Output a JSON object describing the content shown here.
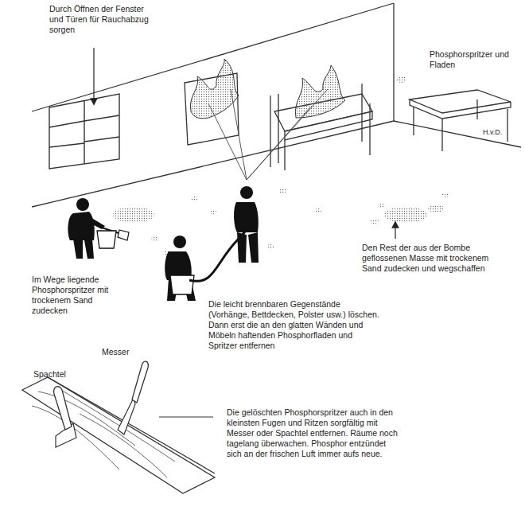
{
  "diagram": {
    "labels": [
      "Durch Öffnen der Fenster und Türen für Rauchabzug sorgen",
      "Phosphorspritzer und Fladen",
      "H.v.D.",
      "Den Rest der aus der Bombe geflossenen Masse mit trockenem Sand zudecken und wegschaffen",
      "Im Wege liegende Phosphorspritzer mit trockenem Sand zudecken",
      "Die leicht brennbaren Gegenstände (Vorhänge, Bettdecken, Polster usw.) löschen. Dann erst die an den glatten Wänden und Möbeln haftenden Phosphorfladen und Spritzer entfernen",
      "Messer",
      "Spachtel",
      "Die gelöschten Phosphorspritzer auch in den kleinsten Fugen und Ritzen sorgfältig mit Messer oder Spachtel entfernen. Räume noch tagelang überwachen. Phosphor entzündet sich an der frischen Luft immer aufs neue."
    ]
  }
}
